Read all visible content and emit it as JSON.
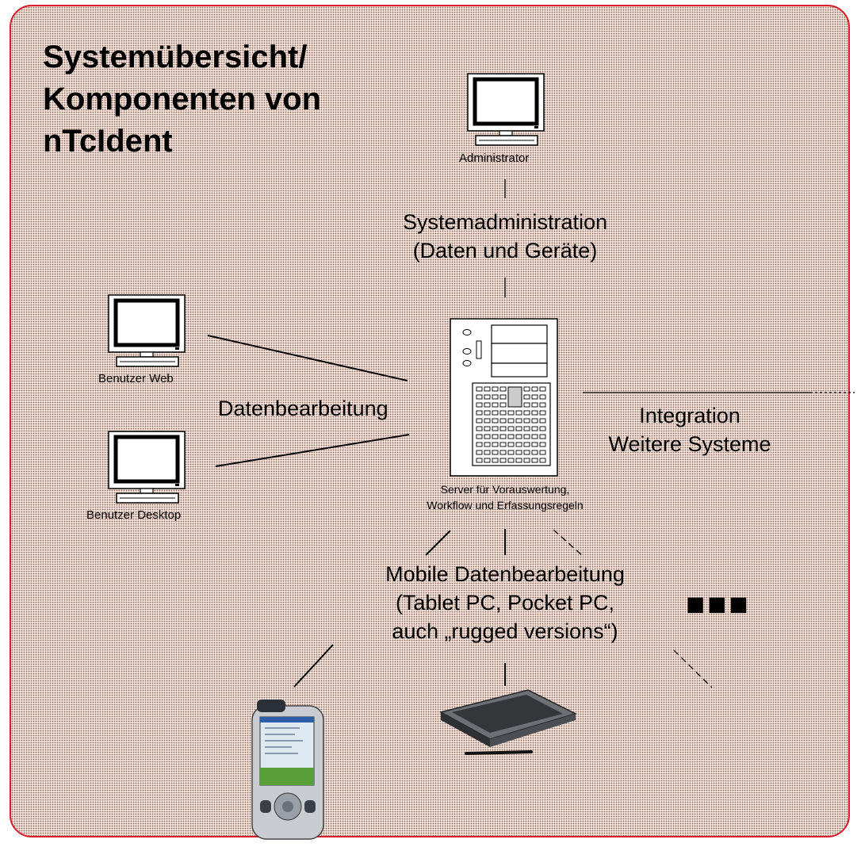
{
  "title": {
    "line1": "Systemübersicht/",
    "line2": "Komponenten von",
    "line3": "nTcIdent"
  },
  "nodes": {
    "administrator": "Administrator",
    "user_web": "Benutzer Web",
    "user_desktop": "Benutzer Desktop",
    "server_line1": "Server für Vorauswertung,",
    "server_line2": "Workflow und Erfassungsregeln"
  },
  "connections": {
    "sysadmin_line1": "Systemadministration",
    "sysadmin_line2": "(Daten und Geräte)",
    "data_processing": "Datenbearbeitung",
    "integration_line1": "Integration",
    "integration_line2": "Weitere Systeme",
    "mobile_line1": "Mobile Datenbearbeitung",
    "mobile_line2": "(Tablet PC, Pocket PC,",
    "mobile_line3": "auch „rugged versions“)"
  },
  "more_devices": "■■■",
  "colors": {
    "frame_border": "#d81e2a",
    "frame_fill": "#f6e3db"
  },
  "icons": {
    "administrator": "monitor-icon",
    "user_web": "monitor-icon",
    "user_desktop": "monitor-icon",
    "server": "server-tower-icon",
    "pda": "pocket-pc-icon",
    "tablet": "tablet-pc-icon"
  }
}
